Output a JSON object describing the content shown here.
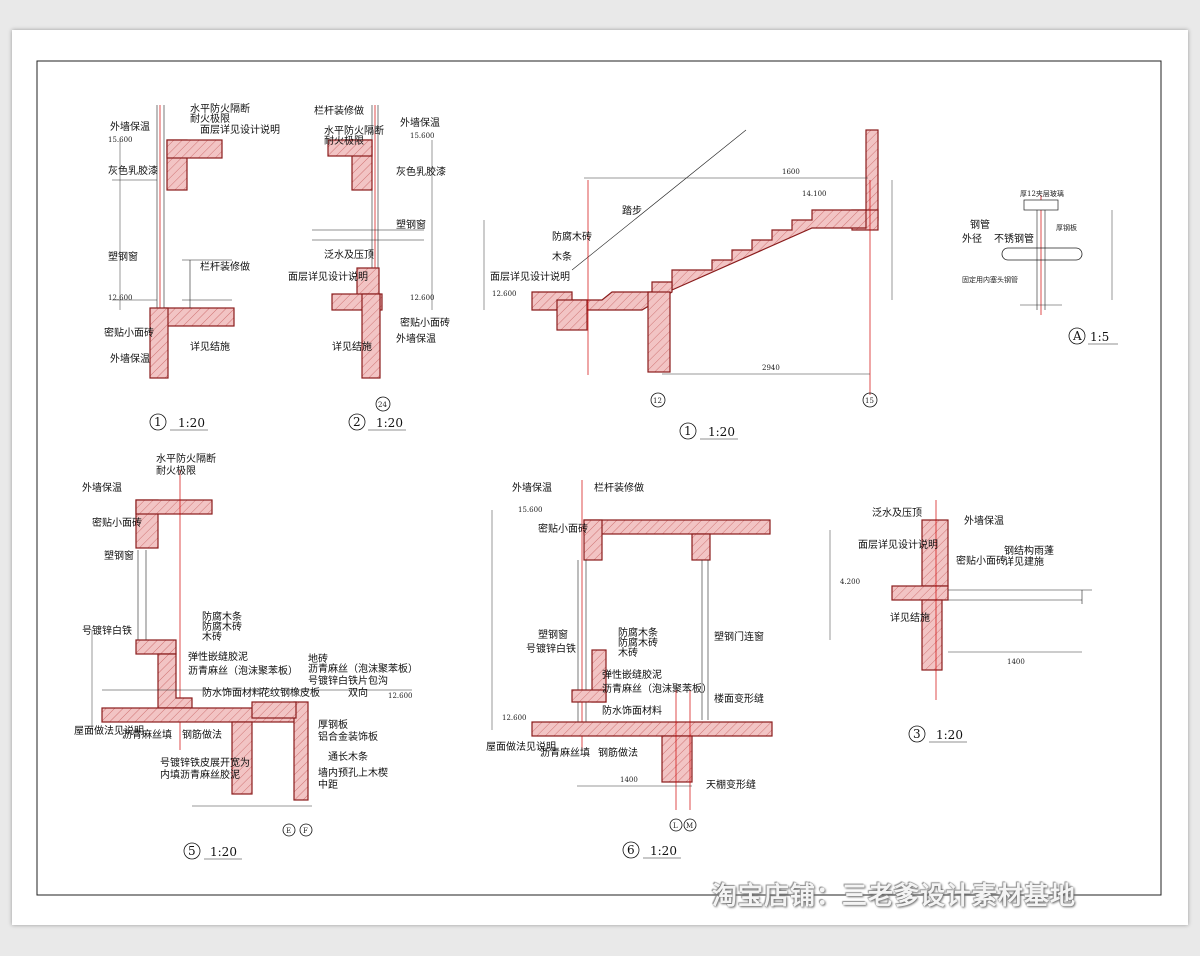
{
  "drawing": {
    "colors": {
      "wall_stroke": "#8a1c1c",
      "hatch": "#f2c4c4",
      "red_line": "#d10000",
      "ink": "#111111"
    },
    "watermark": "淘宝店铺：三老爹设计素材基地",
    "details": [
      {
        "id": "d1",
        "scale_num": "1",
        "scale": "1:20",
        "labels": [
          "外墙保温",
          "水平防火隔断",
          "耐火极限",
          "面层详见设计说明",
          "灰色乳胶漆",
          "塑钢窗",
          "栏杆装修做",
          "密贴小面砖",
          "详见结施",
          "外墙保温"
        ],
        "elevations": [
          "15.600",
          "12.600"
        ]
      },
      {
        "id": "d2",
        "scale_num": "2",
        "scale": "1:20",
        "axis": "24",
        "labels": [
          "栏杆装修做",
          "外墙保温",
          "水平防火隔断",
          "耐火极限",
          "灰色乳胶漆",
          "塑钢窗",
          "泛水及压顶",
          "面层详见设计说明",
          "密贴小面砖",
          "详见结施",
          "外墙保温"
        ],
        "elevations": [
          "15.600",
          "12.600"
        ]
      },
      {
        "id": "d3",
        "scale_num": "1",
        "scale": "1:20",
        "axis_left": "12",
        "axis_right": "15",
        "labels": [
          "踏步",
          "防腐木砖",
          "木条",
          "面层详见设计说明"
        ],
        "elevations": [
          "14.100",
          "12.600"
        ],
        "dims": [
          "1600",
          "2940"
        ]
      },
      {
        "id": "dA",
        "scale_num": "A",
        "scale": "1:5",
        "labels": [
          "厚12夹层玻璃",
          "钢管",
          "厚钢板",
          "外径",
          "不锈钢管",
          "固定用内塞头钢管"
        ]
      },
      {
        "id": "d5",
        "scale_num": "5",
        "scale": "1:20",
        "axis_left": "E",
        "axis_right": "F",
        "labels": [
          "水平防火隔断",
          "耐火极限",
          "外墙保温",
          "密贴小面砖",
          "塑钢窗",
          "防腐木条",
          "防腐木砖",
          "号镀锌白铁",
          "木砖",
          "弹性嵌缝胶泥",
          "沥青麻丝（泡沫聚苯板）",
          "地砖",
          "沥青麻丝（泡沫聚苯板）",
          "号镀锌白铁片包沟",
          "防水饰面材料",
          "花纹钢橡皮板",
          "双向",
          "屋面做法见说明",
          "沥青麻丝填",
          "钢筋做法",
          "厚钢板",
          "铝合金装饰板",
          "通长木条",
          "号镀锌铁皮展开宽为",
          "内填沥青麻丝胶泥",
          "墙内预孔上木楔",
          "中距"
        ],
        "elevations": [
          "12.600"
        ]
      },
      {
        "id": "d6",
        "scale_num": "6",
        "scale": "1:20",
        "axis_left": "L",
        "axis_right": "M",
        "labels": [
          "外墙保温",
          "栏杆装修做",
          "密贴小面砖",
          "塑钢门连窗",
          "塑钢窗",
          "防腐木条",
          "防腐木砖",
          "号镀锌白铁",
          "木砖",
          "弹性嵌缝胶泥",
          "沥青麻丝（泡沫聚苯板）",
          "防水饰面材料",
          "楼面变形缝",
          "屋面做法见说明",
          "沥青麻丝填",
          "钢筋做法",
          "天棚变形缝"
        ],
        "elevations": [
          "15.600",
          "12.600"
        ],
        "dims": [
          "1400"
        ]
      },
      {
        "id": "d3b",
        "scale_num": "3",
        "scale": "1:20",
        "labels": [
          "泛水及压顶",
          "外墙保温",
          "面层详见设计说明",
          "钢结构雨蓬",
          "详见建施",
          "密贴小面砖",
          "详见结施"
        ],
        "elevations": [
          "4.200"
        ],
        "dims": [
          "1400"
        ]
      }
    ]
  }
}
